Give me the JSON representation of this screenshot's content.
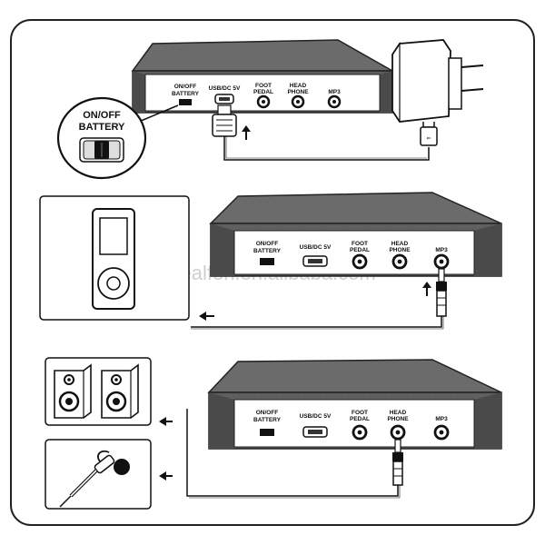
{
  "watermark": "dealfon.en.alibaba.com",
  "callout": {
    "line1": "ON/OFF",
    "line2": "BATTERY"
  },
  "panel1": {
    "onoff_line1": "ON/OFF",
    "onoff_line2": "BATTERY",
    "usb": "USB/DC 5V",
    "foot_line1": "FOOT",
    "foot_line2": "PEDAL",
    "head_line1": "HEAD",
    "head_line2": "PHONE",
    "mp3": "MP3"
  },
  "panel2": {
    "onoff_line1": "ON/OFF",
    "onoff_line2": "BATTERY",
    "usb": "USB/DC 5V",
    "foot_line1": "FOOT",
    "foot_line2": "PEDAL",
    "head_line1": "HEAD",
    "head_line2": "PHONE",
    "mp3": "MP3"
  },
  "panel3": {
    "onoff_line1": "ON/OFF",
    "onoff_line2": "BATTERY",
    "usb": "USB/DC 5V",
    "foot_line1": "FOOT",
    "foot_line2": "PEDAL",
    "head_line1": "HEAD",
    "head_line2": "PHONE",
    "mp3": "MP3"
  },
  "icons": {
    "adapter": "power-adapter-icon",
    "mp3_player": "mp3-player-icon",
    "speakers": "speaker-icon",
    "earphone": "earphone-icon"
  },
  "colors": {
    "device": "#5c5c5c",
    "device_top": "#6e6e6e",
    "panel": "#ffffff",
    "line": "#222222"
  }
}
